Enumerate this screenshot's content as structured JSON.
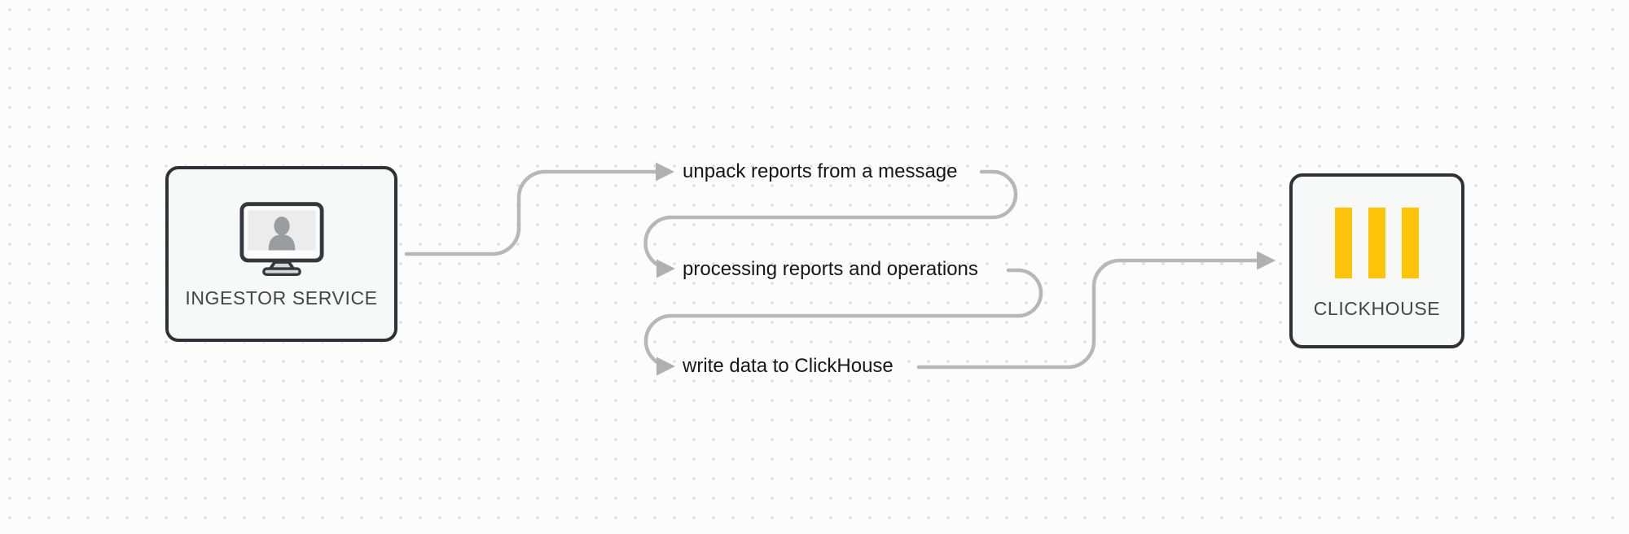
{
  "diagram": {
    "nodes": {
      "ingestor": {
        "label": "INGESTOR SERVICE",
        "icon": "monitor-user-icon"
      },
      "clickhouse": {
        "label": "CLICKHOUSE",
        "icon": "clickhouse-logo-icon"
      }
    },
    "steps": [
      {
        "label": "unpack reports from a message"
      },
      {
        "label": "processing reports and operations"
      },
      {
        "label": "write data to ClickHouse"
      }
    ],
    "colors": {
      "background": "#fcfcfc",
      "grid_dot": "#dedede",
      "connector": "#b7b7b7",
      "node_border": "#2e3237",
      "node_fill": "#f7f8f8",
      "step_text": "#15171a",
      "node_label_text": "#42464b",
      "clickhouse_yellow": "#fdc40a",
      "monitor_silhouette": "#9a9da0"
    }
  }
}
